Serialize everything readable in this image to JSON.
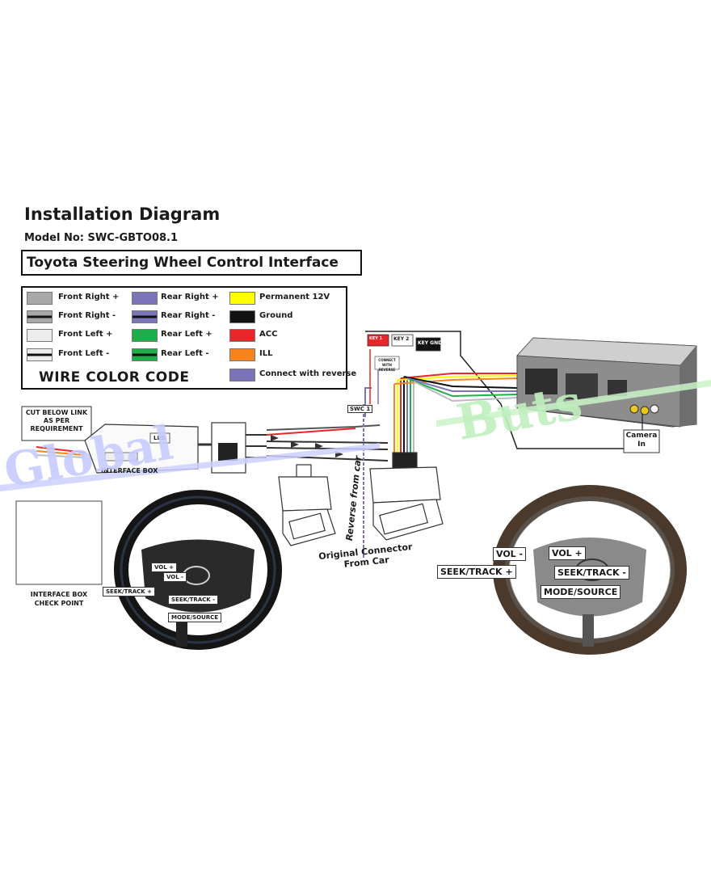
{
  "title": "Installation Diagram",
  "model": "Model No: SWC-GBTO08.1",
  "subtitle": "Toyota Steering Wheel Control Interface",
  "legend": {
    "heading": "WIRE COLOR CODE",
    "items": [
      {
        "label": "Front Right +",
        "color": "#a8a8a8",
        "stripe": ""
      },
      {
        "label": "Front Right -",
        "color": "#a8a8a8",
        "stripe": "#111111"
      },
      {
        "label": "Front Left +",
        "color": "#ececec",
        "stripe": ""
      },
      {
        "label": "Front Left -",
        "color": "#ececec",
        "stripe": "#111111"
      },
      {
        "label": "Rear Right +",
        "color": "#7b74b8",
        "stripe": ""
      },
      {
        "label": "Rear Right -",
        "color": "#7b74b8",
        "stripe": "#111111"
      },
      {
        "label": "Rear Left +",
        "color": "#1fae4b",
        "stripe": ""
      },
      {
        "label": "Rear Left -",
        "color": "#1fae4b",
        "stripe": "#111111"
      },
      {
        "label": "Permanent 12V",
        "color": "#ffff00",
        "stripe": ""
      },
      {
        "label": "Ground",
        "color": "#111111",
        "stripe": ""
      },
      {
        "label": "ACC",
        "color": "#e8262a",
        "stripe": ""
      },
      {
        "label": "ILL",
        "color": "#f5841f",
        "stripe": ""
      },
      {
        "label": "Connect with reverse",
        "color": "#7b74b8",
        "stripe": ""
      }
    ]
  },
  "cut_note": "CUT BELOW LINK AS PER REQUIREMENT",
  "led": "LED",
  "interface_box": "INTERFACE BOX",
  "check_point": "INTERFACE BOX CHECK POINT",
  "swc": "SWC 1",
  "key1": "KEY 1",
  "key2": "KEY 2",
  "key_gnd": "KEY GND",
  "connect_with_reverse": "CONNECT WITH REVERSE",
  "reverse_from_car": "Reverse from car",
  "original_connector": "Original Connector From Car",
  "camera_in": "Camera In",
  "left_wheel": {
    "vol_plus": "VOL +",
    "vol_minus": "VOL -",
    "seek_plus": "SEEK/TRACK +",
    "seek_minus": "SEEK/TRACK -",
    "mode": "MODE/SOURCE"
  },
  "right_wheel": {
    "vol_minus": "VOL -",
    "vol_plus": "VOL +",
    "seek_plus": "SEEK/TRACK +",
    "seek_minus": "SEEK/TRACK -",
    "mode": "MODE/SOURCE"
  },
  "watermark_1": "Global",
  "watermark_2": "Buts"
}
